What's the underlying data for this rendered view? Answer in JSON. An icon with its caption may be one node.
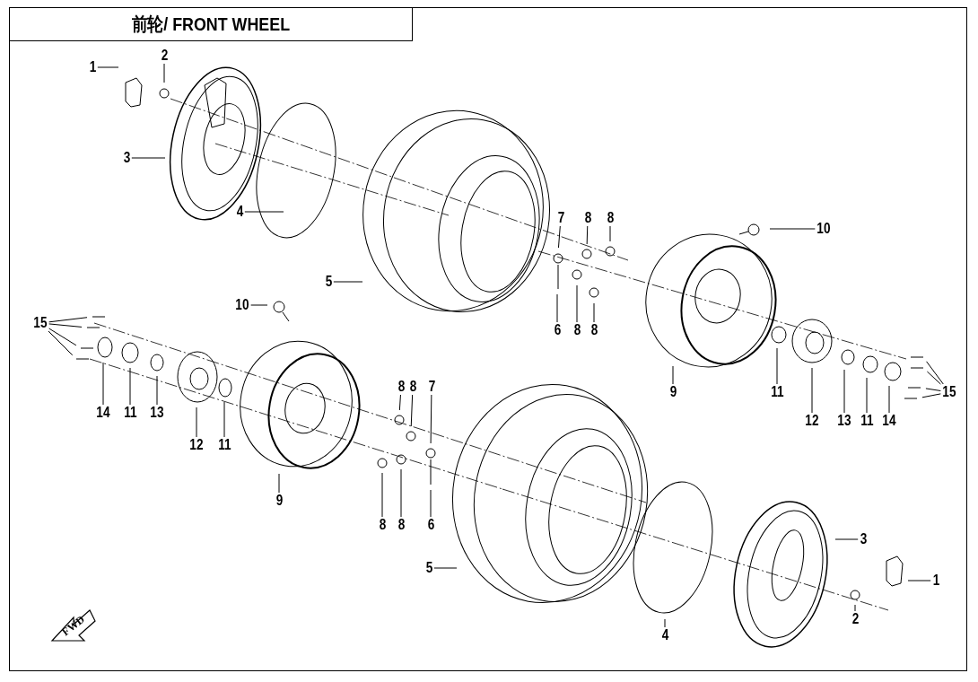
{
  "diagram": {
    "title": "前轮/ FRONT WHEEL",
    "nodes": [
      {
        "text": [
          "1"
        ]
      },
      {
        "text": [
          "2"
        ]
      },
      {
        "text": [
          "3"
        ]
      },
      {
        "text": [
          "4"
        ]
      },
      {
        "text": [
          "5"
        ]
      },
      {
        "text": [
          "7"
        ]
      },
      {
        "text": [
          "8"
        ]
      },
      {
        "text": [
          "8"
        ]
      },
      {
        "text": [
          "10"
        ]
      },
      {
        "text": [
          "15"
        ]
      },
      {
        "text": [
          "10"
        ]
      },
      {
        "text": [
          "6"
        ]
      },
      {
        "text": [
          "8"
        ]
      },
      {
        "text": [
          "8"
        ]
      },
      {
        "text": [
          "9"
        ]
      },
      {
        "text": [
          "11"
        ]
      },
      {
        "text": [
          "15"
        ]
      },
      {
        "text": [
          "14"
        ]
      },
      {
        "text": [
          "11"
        ]
      },
      {
        "text": [
          "13"
        ]
      },
      {
        "text": [
          "12"
        ]
      },
      {
        "text": [
          "13"
        ]
      },
      {
        "text": [
          "11"
        ]
      },
      {
        "text": [
          "14"
        ]
      },
      {
        "text": [
          "12"
        ]
      },
      {
        "text": [
          "11"
        ]
      },
      {
        "text": [
          "8"
        ]
      },
      {
        "text": [
          "8"
        ]
      },
      {
        "text": [
          "7"
        ]
      },
      {
        "text": [
          "9"
        ]
      },
      {
        "text": [
          "8"
        ]
      },
      {
        "text": [
          "8"
        ]
      },
      {
        "text": [
          "6"
        ]
      },
      {
        "text": [
          "5"
        ]
      },
      {
        "text": [
          "3"
        ]
      },
      {
        "text": [
          "1"
        ]
      },
      {
        "text": [
          "2"
        ]
      },
      {
        "text": [
          "4"
        ]
      }
    ],
    "edges": [
      {
        "from": 0,
        "to": null,
        "arrow": "none"
      },
      {
        "from": 1,
        "to": null,
        "arrow": "none"
      },
      {
        "from": 2,
        "to": null,
        "arrow": "none"
      },
      {
        "from": 3,
        "to": null,
        "arrow": "none"
      },
      {
        "from": 4,
        "to": null,
        "arrow": "none"
      },
      {
        "from": 5,
        "to": null,
        "arrow": "none"
      },
      {
        "from": 6,
        "to": null,
        "arrow": "none"
      },
      {
        "from": 7,
        "to": null,
        "arrow": "none"
      },
      {
        "from": 8,
        "to": null,
        "arrow": "none"
      },
      {
        "from": 9,
        "to": null,
        "arrow": "none"
      },
      {
        "from": 9,
        "to": null,
        "arrow": "none"
      },
      {
        "from": 9,
        "to": null,
        "arrow": "none"
      },
      {
        "from": 9,
        "to": null,
        "arrow": "none"
      },
      {
        "from": 10,
        "to": null,
        "arrow": "none"
      },
      {
        "from": 11,
        "to": null,
        "arrow": "none"
      },
      {
        "from": 12,
        "to": null,
        "arrow": "none"
      },
      {
        "from": 13,
        "to": null,
        "arrow": "none"
      },
      {
        "from": 14,
        "to": null,
        "arrow": "none"
      },
      {
        "from": 15,
        "to": null,
        "arrow": "none"
      },
      {
        "from": 16,
        "to": null,
        "arrow": "none"
      },
      {
        "from": 16,
        "to": null,
        "arrow": "none"
      },
      {
        "from": 16,
        "to": null,
        "arrow": "none"
      },
      {
        "from": 16,
        "to": null,
        "arrow": "none"
      },
      {
        "from": 17,
        "to": null,
        "arrow": "none"
      },
      {
        "from": 18,
        "to": null,
        "arrow": "none"
      },
      {
        "from": 19,
        "to": null,
        "arrow": "none"
      },
      {
        "from": 20,
        "to": null,
        "arrow": "none"
      },
      {
        "from": 21,
        "to": null,
        "arrow": "none"
      },
      {
        "from": 22,
        "to": null,
        "arrow": "none"
      },
      {
        "from": 23,
        "to": null,
        "arrow": "none"
      },
      {
        "from": 24,
        "to": null,
        "arrow": "none"
      },
      {
        "from": 25,
        "to": null,
        "arrow": "none"
      },
      {
        "from": 26,
        "to": null,
        "arrow": "none"
      },
      {
        "from": 27,
        "to": null,
        "arrow": "none"
      },
      {
        "from": 28,
        "to": null,
        "arrow": "none"
      },
      {
        "from": 29,
        "to": null,
        "arrow": "none"
      },
      {
        "from": 30,
        "to": null,
        "arrow": "none"
      },
      {
        "from": 31,
        "to": null,
        "arrow": "none"
      },
      {
        "from": 32,
        "to": null,
        "arrow": "none"
      },
      {
        "from": 33,
        "to": null,
        "arrow": "none"
      },
      {
        "from": 34,
        "to": null,
        "arrow": "none"
      },
      {
        "from": 35,
        "to": null,
        "arrow": "none"
      },
      {
        "from": 36,
        "to": null,
        "arrow": "none"
      },
      {
        "from": 37,
        "to": null,
        "arrow": "none"
      }
    ],
    "labels": [
      "FWD"
    ]
  }
}
